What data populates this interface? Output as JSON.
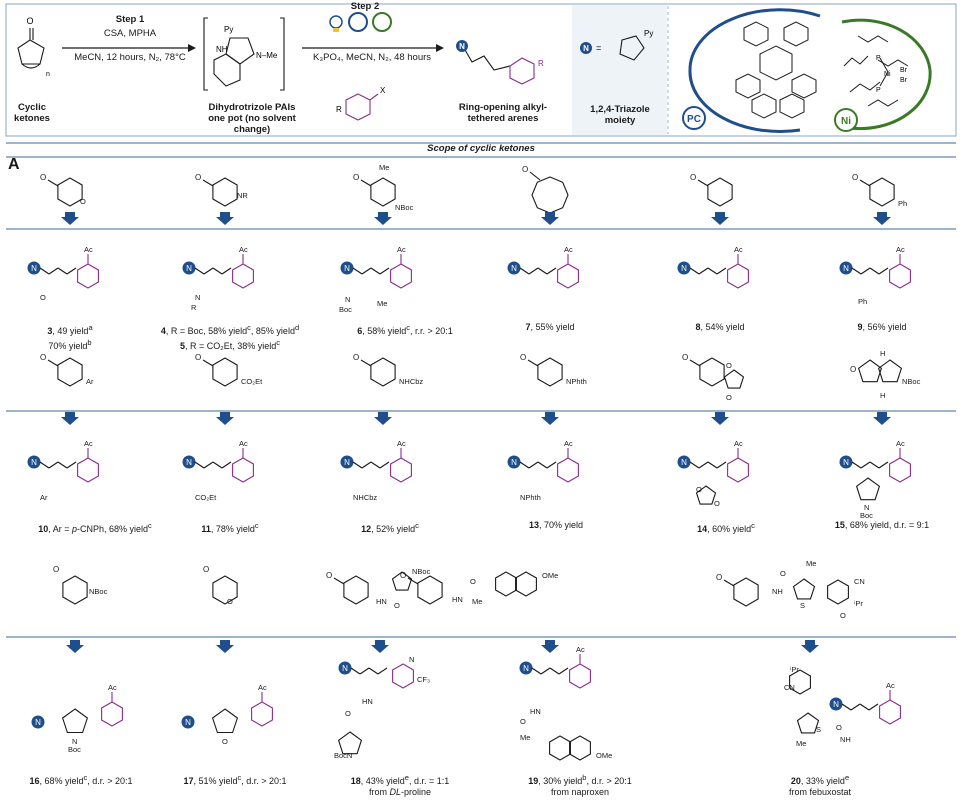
{
  "header": {
    "substrate_label": [
      "Cyclic",
      "ketones"
    ],
    "step1_label": "Step 1",
    "step1_reagents": "CSA, MPHA",
    "step1_conditions": "MeCN, 12 hours, N₂, 78°C",
    "intermediate_label": [
      "Dihydrotrizole PAIs",
      "one pot (no solvent change)"
    ],
    "step2_label": "Step 2",
    "step2_conditions": "K₃PO₄, MeCN, N₂, 48 hours",
    "product_label": [
      "Ring-opening alkyl-",
      "tethered arenes"
    ],
    "triazole_label": [
      "1,2,4-Triazole",
      "moiety"
    ],
    "pc_badge": "PC",
    "ni_badge": "Ni",
    "n_badge": "N"
  },
  "scope_title": "Scope of cyclic ketones",
  "section_letter": "A",
  "row1": [
    {
      "id": "3",
      "caption": ", 49 yield",
      "sup": "a",
      "caption2": "70% yield",
      "sup2": "b"
    },
    {
      "id": "4",
      "caption": ", R = Boc, 58% yield",
      "sup": "c",
      "caption2": ", 85% yield",
      "sup2": "d",
      "id_b": "5",
      "caption_b": ", R = CO₂Et, 38% yield",
      "sup_b": "c"
    },
    {
      "id": "6",
      "caption": ", 58% yield",
      "sup": "c",
      "tail": ", r.r. > 20:1"
    },
    {
      "id": "7",
      "caption": ", 55% yield"
    },
    {
      "id": "8",
      "caption": ", 54% yield"
    },
    {
      "id": "9",
      "caption": ", 56% yield"
    }
  ],
  "row2": [
    {
      "id": "10",
      "caption_pre": ", Ar = ",
      "caption_italic": "p",
      "caption": "-CNPh, 68% yield",
      "sup": "c"
    },
    {
      "id": "11",
      "caption": ", 78% yield",
      "sup": "c"
    },
    {
      "id": "12",
      "caption": ", 52% yield",
      "sup": "c"
    },
    {
      "id": "13",
      "caption": ", 70% yield"
    },
    {
      "id": "14",
      "caption": ", 60% yield",
      "sup": "c"
    },
    {
      "id": "15",
      "caption": ", 68% yield, d.r. = 9:1"
    }
  ],
  "row3": [
    {
      "id": "16",
      "caption": ", 68% yield",
      "sup": "c",
      "tail": ", d.r. > 20:1"
    },
    {
      "id": "17",
      "caption": ", 51% yield",
      "sup": "c",
      "tail": ", d.r. > 20:1"
    },
    {
      "id": "18",
      "caption": ", 43% yield",
      "sup": "e",
      "tail": ", d.r. = 1:1",
      "line2_pre": "from ",
      "line2_italic": "DL",
      "line2": "-proline"
    },
    {
      "id": "19",
      "caption": ", 30% yield",
      "sup": "b",
      "tail": ", d.r. > 20:1",
      "line2": "from naproxen"
    },
    {
      "id": "20",
      "caption": ", 33% yield",
      "sup": "e",
      "line2": "from febuxostat"
    }
  ],
  "labels": {
    "ac": "Ac",
    "o": "O",
    "n": "N",
    "nr": "NR",
    "nboc": "NBoc",
    "me": "Me",
    "ph": "Ph",
    "ar": "Ar",
    "co2et": "CO₂Et",
    "nhcbz": "NHCbz",
    "nphth": "NPhth",
    "boc": "Boc",
    "ome": "OMe",
    "cf3": "CF₃",
    "r": "R",
    "cn": "CN",
    "ipr": "ⁱPr",
    "s": "S",
    "h": "H",
    "n_pl": "N",
    "hn": "HN",
    "py": "Py",
    "nme": "N–Me",
    "nh": "NH",
    "x": "X",
    "p": "P",
    "br": "Br",
    "ni": "Ni",
    "n_sub": "n"
  },
  "colors": {
    "navy": "#1f4e8c",
    "green": "#3a7a26",
    "magenta": "#8d2a8f",
    "divider": "#9db4cf",
    "arrow": "#1f4e8c"
  }
}
